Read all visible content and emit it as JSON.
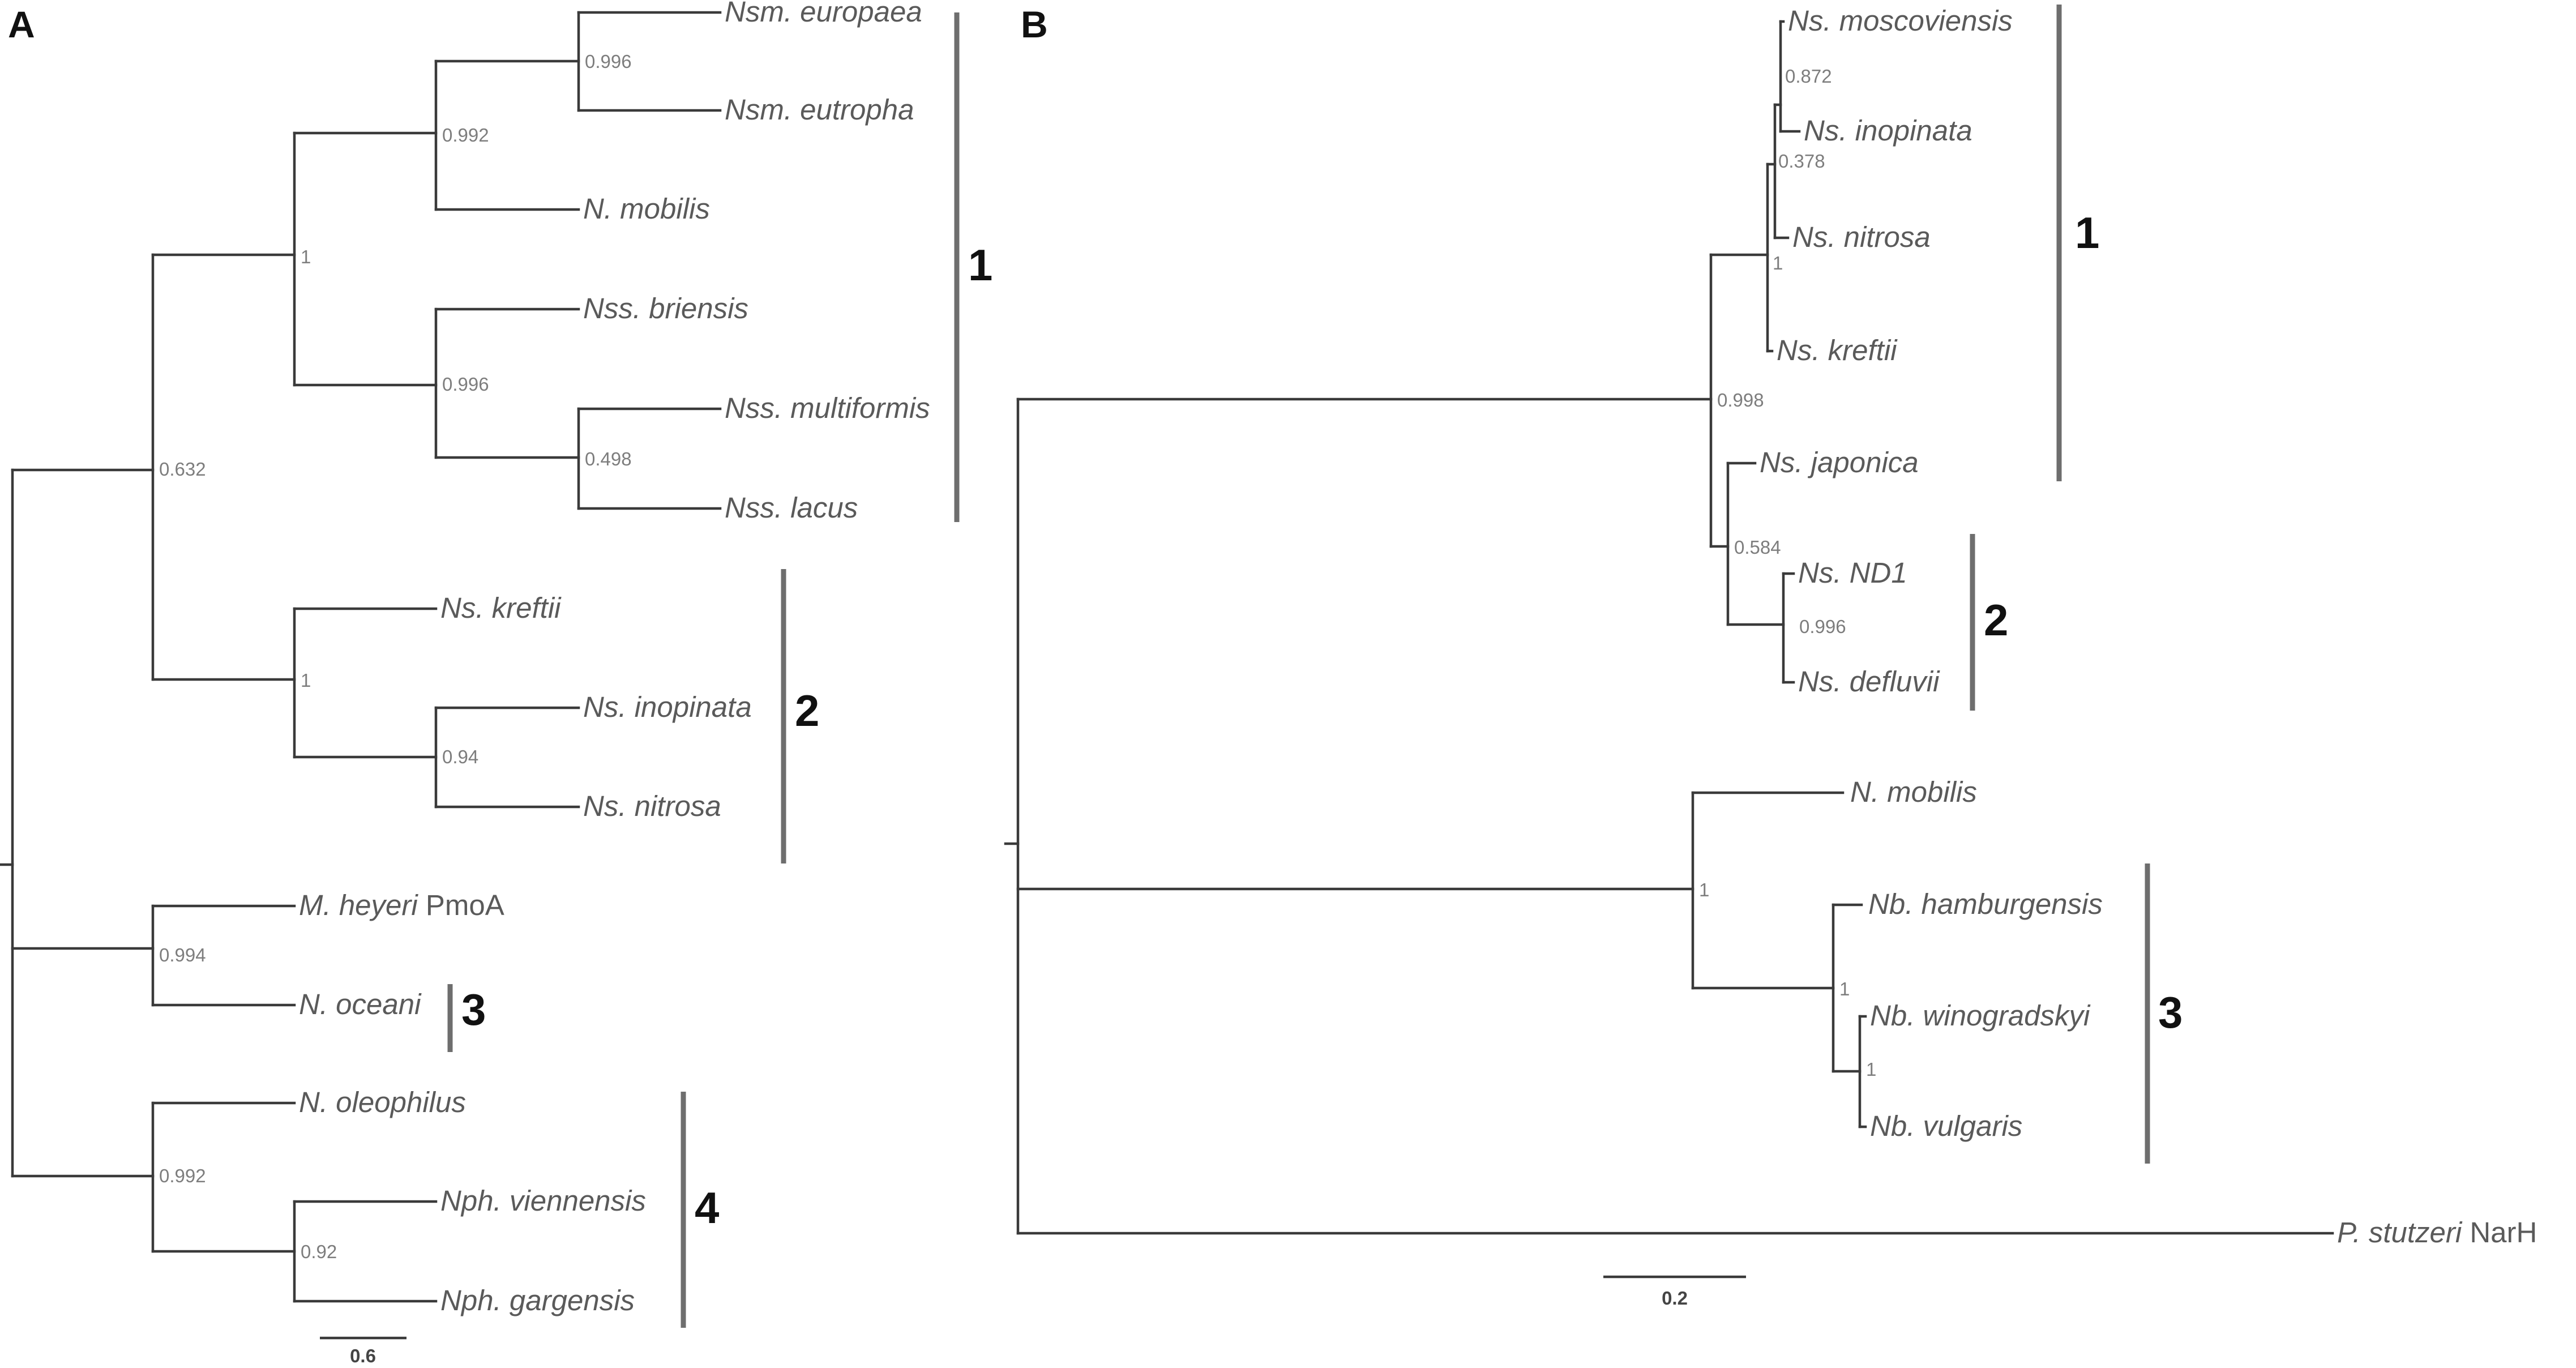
{
  "panels": {
    "a": {
      "letter": "A",
      "scale_label": "0.6",
      "leaves": {
        "nsm_europaea": {
          "italic": "Nsm. europaea",
          "plain": ""
        },
        "nsm_eutropha": {
          "italic": "Nsm. eutropha",
          "plain": ""
        },
        "n_mobilis": {
          "italic": "N. mobilis",
          "plain": ""
        },
        "nss_briensis": {
          "italic": "Nss. briensis",
          "plain": ""
        },
        "nss_multiformis": {
          "italic": "Nss. multiformis",
          "plain": ""
        },
        "nss_lacus": {
          "italic": "Nss. lacus",
          "plain": ""
        },
        "ns_kreftii": {
          "italic": "Ns. kreftii",
          "plain": ""
        },
        "ns_inopinata": {
          "italic": "Ns. inopinata",
          "plain": ""
        },
        "ns_nitrosa": {
          "italic": "Ns. nitrosa",
          "plain": ""
        },
        "m_heyeri": {
          "italic": "M. heyeri",
          "plain": " PmoA"
        },
        "n_oceani": {
          "italic": "N. oceani",
          "plain": ""
        },
        "n_oleophilus": {
          "italic": "N. oleophilus",
          "plain": ""
        },
        "nph_viennensis": {
          "italic": "Nph. viennensis",
          "plain": ""
        },
        "nph_gargensis": {
          "italic": "Nph. gargensis",
          "plain": ""
        }
      },
      "supports": {
        "europaea_eutropha": "0.996",
        "nitrosomonas": "0.992",
        "nitrosomonadales": "1",
        "nitrosospira": "0.996",
        "multiformis_lacus": "0.498",
        "root_upper": "0.632",
        "nitrospira": "1",
        "inopinata_nitrosa": "0.94",
        "heyeri_oceani": "0.994",
        "archaea": "0.992",
        "nitrososphaera": "0.92"
      },
      "clades": [
        "1",
        "2",
        "3",
        "4"
      ]
    },
    "b": {
      "letter": "B",
      "scale_label": "0.2",
      "leaves": {
        "ns_moscoviensis": {
          "italic": "Ns. moscoviensis",
          "plain": ""
        },
        "ns_inopinata": {
          "italic": "Ns. inopinata",
          "plain": ""
        },
        "ns_nitrosa": {
          "italic": "Ns. nitrosa",
          "plain": ""
        },
        "ns_kreftii": {
          "italic": "Ns. kreftii",
          "plain": ""
        },
        "ns_japonica": {
          "italic": "Ns. japonica",
          "plain": ""
        },
        "ns_nd1": {
          "italic": "Ns. ND1",
          "plain": ""
        },
        "ns_defluvii": {
          "italic": "Ns. defluvii",
          "plain": ""
        },
        "n_mobilis": {
          "italic": "N. mobilis",
          "plain": ""
        },
        "nb_hamburgensis": {
          "italic": "Nb. hamburgensis",
          "plain": ""
        },
        "nb_winogradskyi": {
          "italic": "Nb. winogradskyi",
          "plain": ""
        },
        "nb_vulgaris": {
          "italic": "Nb. vulgaris",
          "plain": ""
        },
        "p_stutzeri": {
          "italic": "P. stutzeri",
          "plain": " NarH"
        }
      },
      "supports": {
        "moscoviensis_inopinata": "0.872",
        "comammox_group": "0.378",
        "lineage_a": "1",
        "nitrospira": "0.998",
        "lineage_b": "0.584",
        "nd1_defluvii": "0.996",
        "mobilis_nitrobacter": "1",
        "nitrobacter": "1",
        "winogradskyi_vulgaris": "1"
      },
      "clades": [
        "1",
        "2",
        "3"
      ]
    }
  }
}
